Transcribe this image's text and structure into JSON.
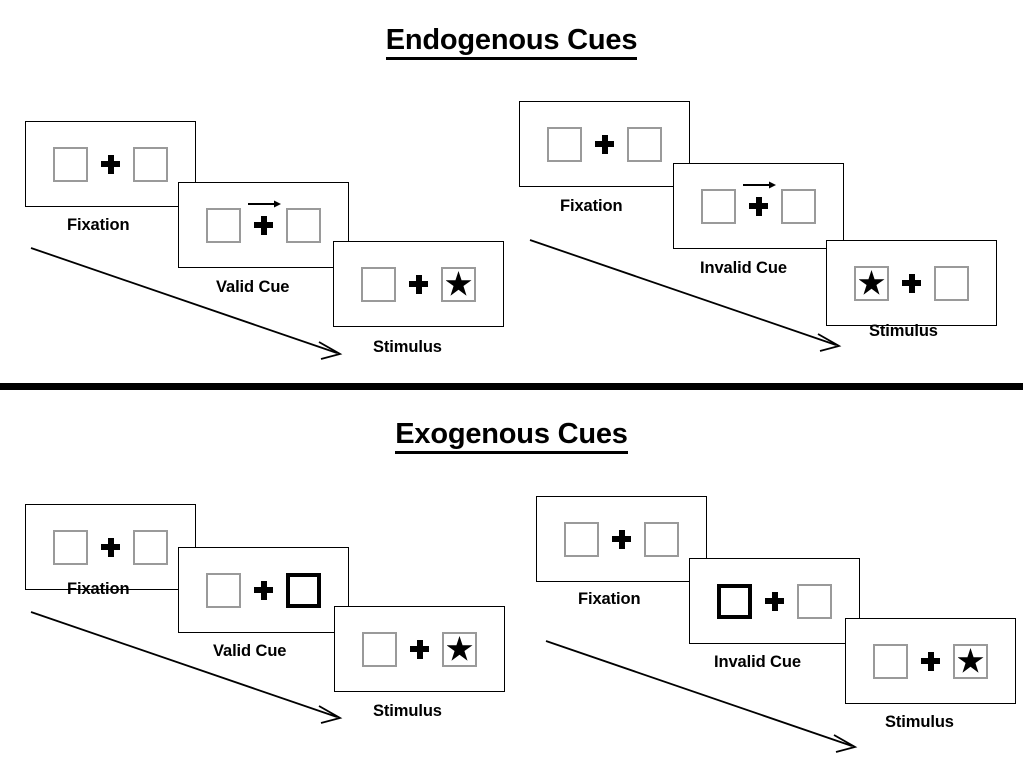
{
  "page": {
    "background": "#ffffff",
    "divider": {
      "name": "section-divider",
      "color": "#000000"
    }
  },
  "colors": {
    "ink": "#000000",
    "box_border": "#9a9a9a",
    "cued_box_border": "#000000",
    "frame_border": "#000000"
  },
  "sections": [
    {
      "id": "endogenous",
      "title": "Endogenous Cues",
      "groups": [
        {
          "id": "endogenous-valid",
          "condition": "valid",
          "frames": [
            {
              "stage": "fixation",
              "caption": "Fixation",
              "left_box": {
                "content": "empty",
                "cued": false
              },
              "right_box": {
                "content": "empty",
                "cued": false
              },
              "center": "fixation-cross",
              "arrow_cue": "none"
            },
            {
              "stage": "cue",
              "caption": "Valid Cue",
              "left_box": {
                "content": "empty",
                "cued": false
              },
              "right_box": {
                "content": "empty",
                "cued": false
              },
              "center": "fixation-cross",
              "arrow_cue": "right"
            },
            {
              "stage": "stimulus",
              "caption": "Stimulus",
              "left_box": {
                "content": "empty",
                "cued": false
              },
              "right_box": {
                "content": "star",
                "cued": false
              },
              "center": "fixation-cross",
              "arrow_cue": "none"
            }
          ],
          "timeline_arrow": {
            "direction": "down-right",
            "label": ""
          }
        },
        {
          "id": "endogenous-invalid",
          "condition": "invalid",
          "frames": [
            {
              "stage": "fixation",
              "caption": "Fixation",
              "left_box": {
                "content": "empty",
                "cued": false
              },
              "right_box": {
                "content": "empty",
                "cued": false
              },
              "center": "fixation-cross",
              "arrow_cue": "none"
            },
            {
              "stage": "cue",
              "caption": "Invalid Cue",
              "left_box": {
                "content": "empty",
                "cued": false
              },
              "right_box": {
                "content": "empty",
                "cued": false
              },
              "center": "fixation-cross",
              "arrow_cue": "right"
            },
            {
              "stage": "stimulus",
              "caption": "Stimulus",
              "left_box": {
                "content": "star",
                "cued": false
              },
              "right_box": {
                "content": "empty",
                "cued": false
              },
              "center": "fixation-cross",
              "arrow_cue": "none"
            }
          ],
          "timeline_arrow": {
            "direction": "down-right",
            "label": ""
          }
        }
      ]
    },
    {
      "id": "exogenous",
      "title": "Exogenous Cues",
      "groups": [
        {
          "id": "exogenous-valid",
          "condition": "valid",
          "frames": [
            {
              "stage": "fixation",
              "caption": "Fixation",
              "left_box": {
                "content": "empty",
                "cued": false
              },
              "right_box": {
                "content": "empty",
                "cued": false
              },
              "center": "fixation-cross",
              "arrow_cue": "none"
            },
            {
              "stage": "cue",
              "caption": "Valid Cue",
              "left_box": {
                "content": "empty",
                "cued": false
              },
              "right_box": {
                "content": "empty",
                "cued": true
              },
              "center": "fixation-cross",
              "arrow_cue": "none"
            },
            {
              "stage": "stimulus",
              "caption": "Stimulus",
              "left_box": {
                "content": "empty",
                "cued": false
              },
              "right_box": {
                "content": "star",
                "cued": false
              },
              "center": "fixation-cross",
              "arrow_cue": "none"
            }
          ],
          "timeline_arrow": {
            "direction": "down-right",
            "label": ""
          }
        },
        {
          "id": "exogenous-invalid",
          "condition": "invalid",
          "frames": [
            {
              "stage": "fixation",
              "caption": "Fixation",
              "left_box": {
                "content": "empty",
                "cued": false
              },
              "right_box": {
                "content": "empty",
                "cued": false
              },
              "center": "fixation-cross",
              "arrow_cue": "none"
            },
            {
              "stage": "cue",
              "caption": "Invalid Cue",
              "left_box": {
                "content": "empty",
                "cued": true
              },
              "right_box": {
                "content": "empty",
                "cued": false
              },
              "center": "fixation-cross",
              "arrow_cue": "none"
            },
            {
              "stage": "stimulus",
              "caption": "Stimulus",
              "left_box": {
                "content": "empty",
                "cued": false
              },
              "right_box": {
                "content": "star",
                "cued": false
              },
              "center": "fixation-cross",
              "arrow_cue": "none"
            }
          ],
          "timeline_arrow": {
            "direction": "down-right",
            "label": ""
          }
        }
      ]
    }
  ],
  "icons": {
    "fixation_cross": "plus-cross-icon",
    "star": "star-icon",
    "arrow_cue": "right-arrow-icon",
    "timeline_arrow": "diagonal-arrow-icon"
  }
}
